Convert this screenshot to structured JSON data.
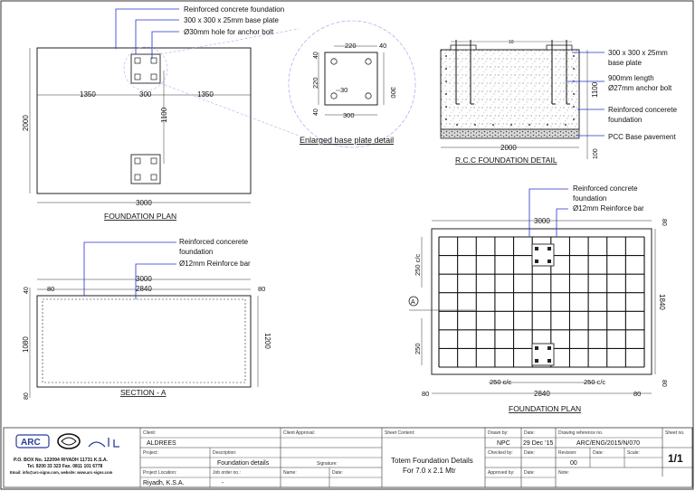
{
  "foundation_plan": {
    "callout_foundation": "Reinforced concrete foundation",
    "callout_plate": "300 x 300 x 25mm base plate",
    "callout_hole": "Ø30mm hole for anchor bolt",
    "dim_left": "1350",
    "dim_center": "300",
    "dim_right": "1350",
    "dim_height": "2000",
    "dim_mid": "1100",
    "dim_width": "3000",
    "title": "FOUNDATION PLAN"
  },
  "enlarged_detail": {
    "dim_top": "220",
    "dim_top_edge": "40",
    "dim_left_edge": "40",
    "dim_left": "220",
    "dim_hole": "30",
    "dim_right": "300",
    "dim_bottom": "300",
    "dim_bottom_edge": "40",
    "title": "Enlarged base plate detail"
  },
  "rcc_detail": {
    "dim_top_small": "10",
    "callout_plate_1": "300 x 300 x 25mm",
    "callout_plate_2": "base plate",
    "callout_bolt_1": "900mm length",
    "callout_bolt_2": "Ø27mm anchor bolt",
    "dim_height": "1100",
    "callout_foundation_1": "Reinforced concerete",
    "callout_foundation_2": "foundation",
    "callout_pcc": "PCC Base pavement",
    "dim_width": "2000",
    "dim_pcc": "100",
    "title": "R.C.C FOUNDATION DETAIL"
  },
  "section_a": {
    "callout_foundation_1": "Reinforced concerete",
    "callout_foundation_2": "foundation",
    "callout_bar": "Ø12mm Reinforce bar",
    "dim_total": "3000",
    "dim_cover_left": "80",
    "dim_inner": "2840",
    "dim_cover_right": "80",
    "dim_top_cover": "40",
    "dim_inner_height": "1080",
    "dim_height": "1200",
    "dim_bottom_cover": "80",
    "title": "SECTION - A"
  },
  "reinforcement_plan": {
    "callout_foundation_1": "Reinforced concrete",
    "callout_foundation_2": "foundation",
    "callout_bar": "Ø12mm Reinforce bar",
    "dim_width": "3000",
    "dim_top_cover": "80",
    "dim_spacing_top": "250 c/c",
    "dim_height": "1840",
    "section_marker": "A",
    "dim_spacing_bottom": "250",
    "dim_spacing_h1": "250 c/c",
    "dim_spacing_h2": "250 c/c",
    "dim_inner": "2840",
    "dim_cover_left": "80",
    "dim_cover_right": "80",
    "dim_bottom_cover": "80",
    "title": "FOUNDATION PLAN"
  },
  "title_block": {
    "company_logo_text": "ARC",
    "company_address": "P.O. BOX No. 122094 RIYADH 11731 K.S.A.",
    "company_phone": "Tel. 9200 33 323 Fax. 0811 101 6778",
    "company_email": "Email: info@arc-signs.com, website: www.arc-signs.com",
    "client_label": "Client:",
    "client_value": "ALDREES",
    "client_approval_label": "Client Approval:",
    "project_label": "Project:",
    "description_label": "Description:",
    "description_value": "Foundation details",
    "signature_label": "Signature:",
    "project_location_label": "Project Location:",
    "job_order_label": "Job order no.:",
    "job_order_value": "-",
    "name_label": "Name:",
    "date_label": "Date:",
    "location_value": "Riyadh, K.S.A.",
    "sheet_content_label": "Sheet Content:",
    "sheet_content_1": "Totem Foundation Details",
    "sheet_content_2": "For 7.0 x 2.1 Mtr",
    "drawn_by_label": "Drawn by:",
    "drawn_by_value": "NPC",
    "drawn_date_label": "Date:",
    "drawn_date_value": "29 Dec '15",
    "drawing_ref_label": "Drawing reference no.",
    "drawing_ref_value": "ARC/ENG/2015/N/070",
    "sheet_no_label": "Sheet no.",
    "sheet_no_value": "1/1",
    "checked_by_label": "Checked by:",
    "checked_date_label": "Date:",
    "revision_label": "Revision:",
    "revision_value": "00",
    "rev_date_label": "Date:",
    "scale_label": "Scale:",
    "approved_by_label": "Approved by:",
    "approved_date_label": "Date:",
    "note_label": "Note:"
  }
}
